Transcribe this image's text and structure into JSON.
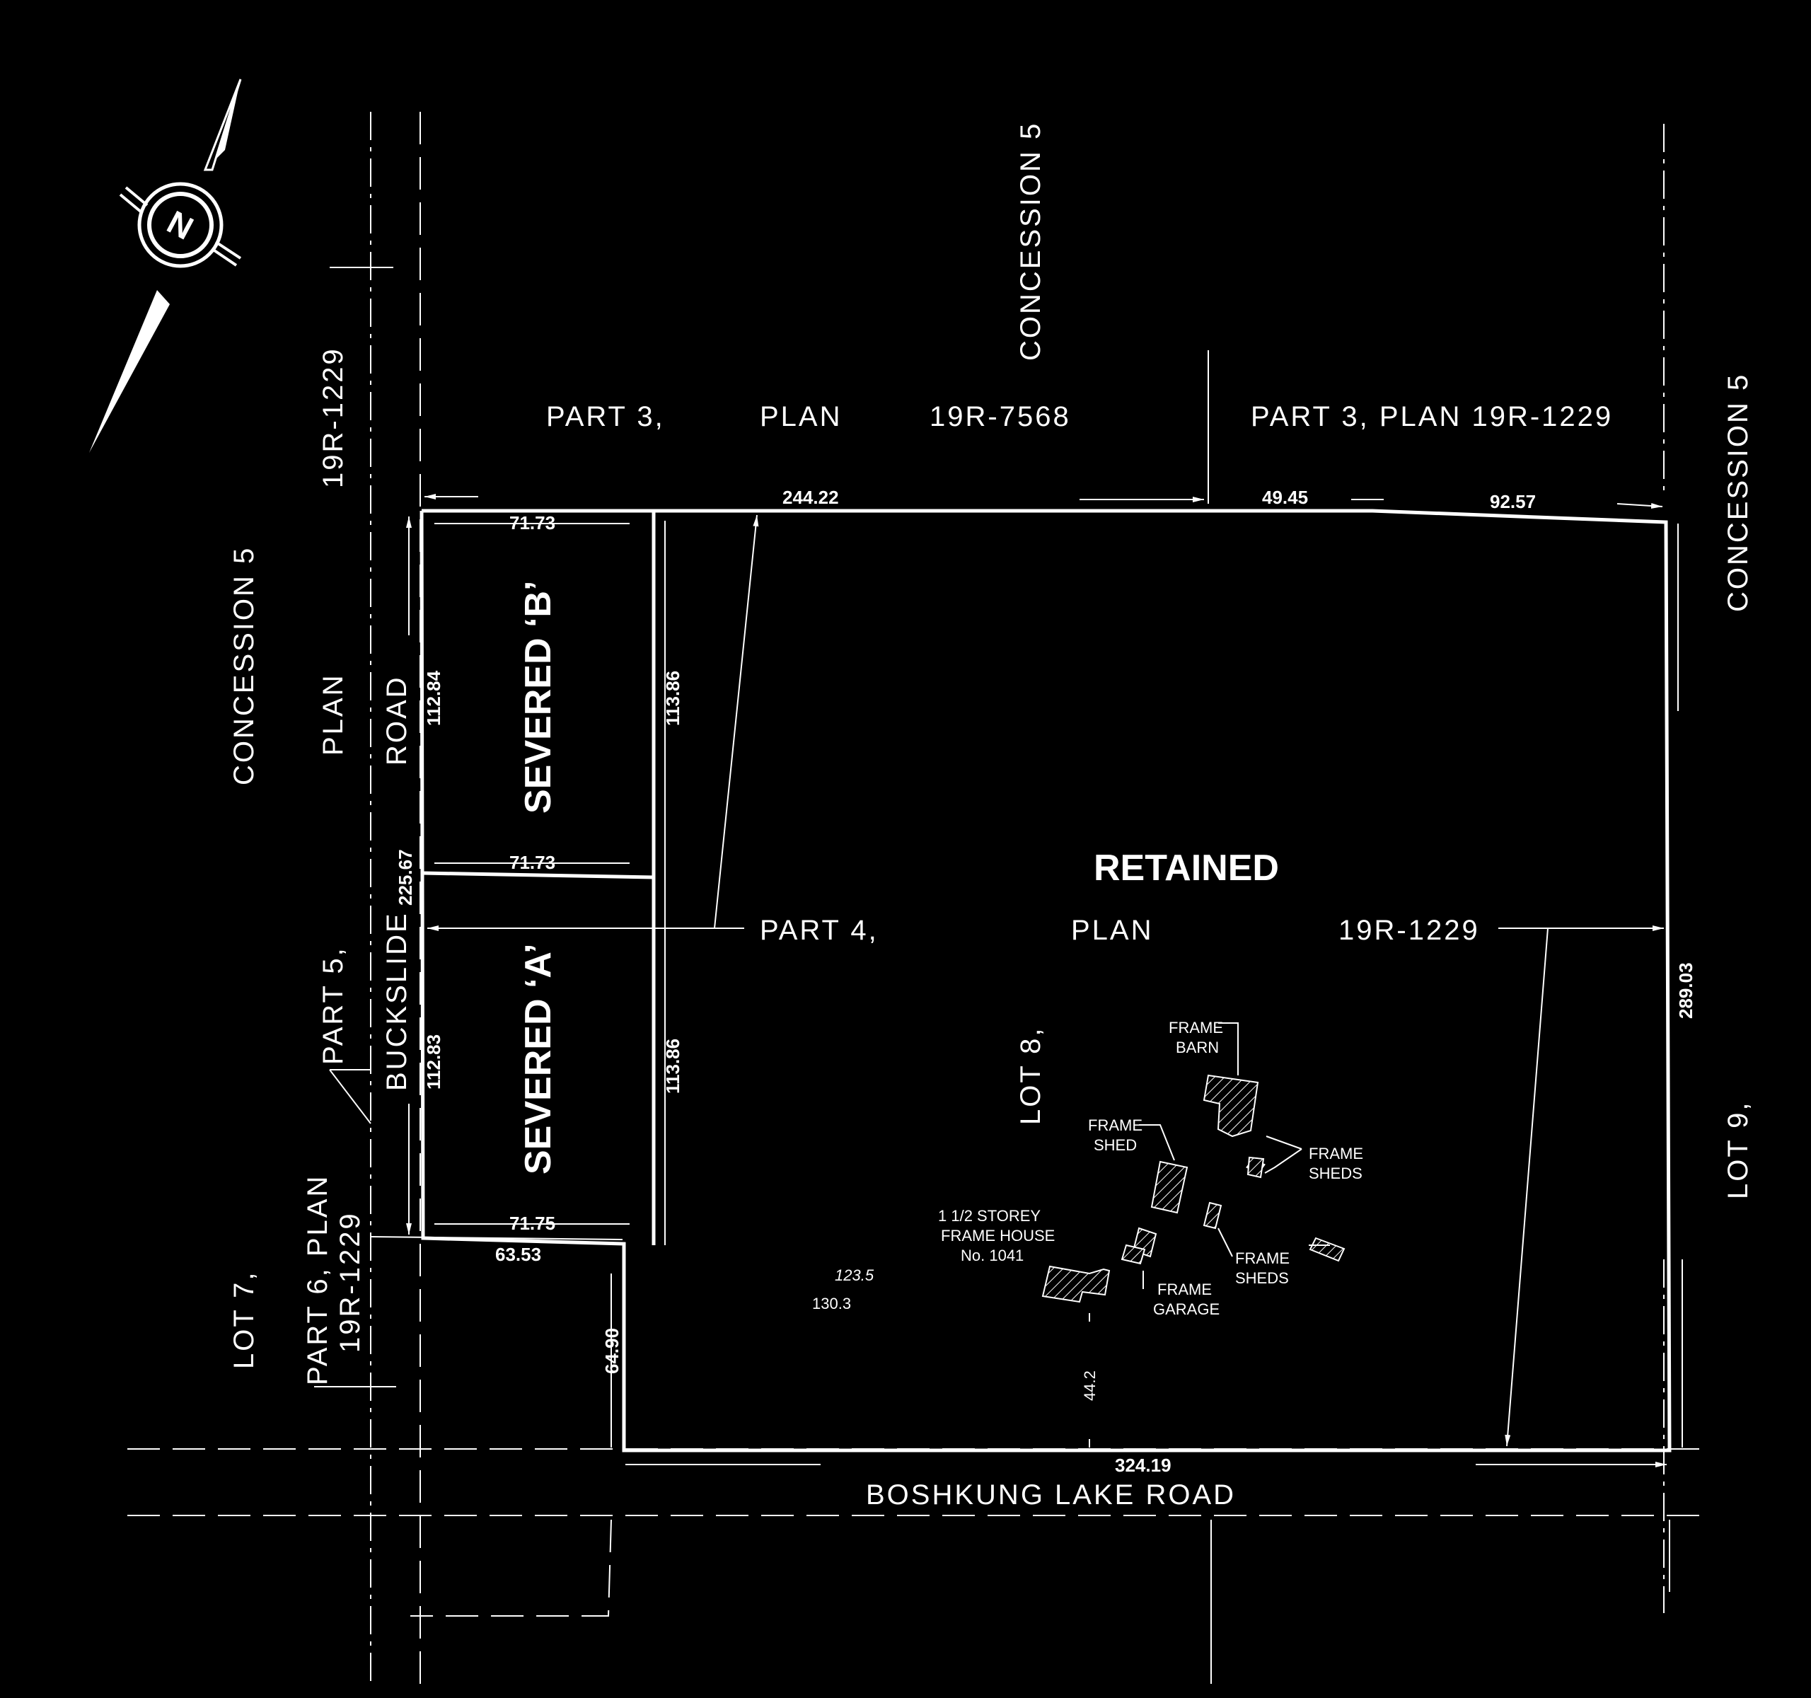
{
  "north_arrow": {
    "letter": "N"
  },
  "labels": {
    "concession_top": "CONCESSION 5",
    "concession_left": "CONCESSION 5",
    "concession_right": "CONCESSION 5",
    "ref_19r1229_top": "19R-1229",
    "plan_left": "PLAN",
    "road_left": "ROAD",
    "buckslide": "BUCKSLIDE",
    "part5": "PART 5,",
    "part6_plan": "PART 6, PLAN",
    "part6_ref": "19R-1229",
    "lot7": "LOT 7,",
    "lot8": "LOT 8,",
    "lot9": "LOT 9,",
    "part3_a": "PART 3,",
    "part3_a_plan": "PLAN",
    "part3_a_ref": "19R-7568",
    "part3_b": "PART 3, PLAN 19R-1229",
    "part4": "PART 4,",
    "part4_plan": "PLAN",
    "part4_ref": "19R-1229",
    "boshkung": "BOSHKUNG LAKE ROAD",
    "severed_b": "SEVERED ‘B’",
    "severed_a": "SEVERED ‘A’",
    "retained": "RETAINED"
  },
  "dimensions": {
    "d244_22": "244.22",
    "d49_45": "49.45",
    "d92_57": "92.57",
    "d71_73_top": "71.73",
    "d71_73_mid": "71.73",
    "d71_75": "71.75",
    "d63_53": "63.53",
    "d112_84": "112.84",
    "d113_86_top": "113.86",
    "d225_67": "225.67",
    "d112_83": "112.83",
    "d113_86_bot": "113.86",
    "d289_03": "289.03",
    "d64_90": "64.90",
    "d324_19": "324.19",
    "d44_2": "44.2",
    "d123_5": "123.5",
    "d130_3": "130.3"
  },
  "buildings": {
    "barn_l1": "FRAME",
    "barn_l2": "BARN",
    "shed_l1": "FRAME",
    "shed_l2": "SHED",
    "sheds_a_l1": "FRAME",
    "sheds_a_l2": "SHEDS",
    "sheds_b_l1": "FRAME",
    "sheds_b_l2": "SHEDS",
    "garage_l1": "FRAME",
    "garage_l2": "GARAGE",
    "house_l1": "1 1/2 STOREY",
    "house_l2": "FRAME HOUSE",
    "house_l3": "No. 1041"
  }
}
